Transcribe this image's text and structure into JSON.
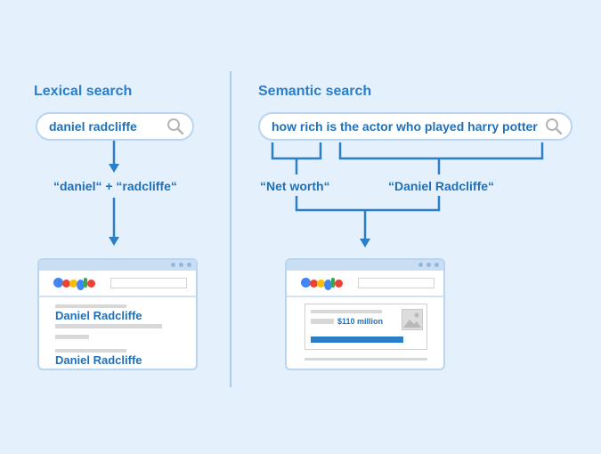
{
  "colors": {
    "background": "#e4f0fc",
    "accent": "#2b7fc8",
    "text": "#1f70b8",
    "logo_blue": "#4285f4",
    "logo_red": "#ea4335",
    "logo_yellow": "#fbbc05",
    "logo_green": "#34a853"
  },
  "lexical": {
    "heading": "Lexical search",
    "query": "daniel radcliffe",
    "tokens": "“daniel“ + “radcliffe“",
    "results": [
      "Daniel Radcliffe",
      "Daniel Radcliffe"
    ]
  },
  "semantic": {
    "heading": "Semantic search",
    "query": "how rich is the actor who played harry potter",
    "concept_left": "“Net worth“",
    "concept_right": "“Daniel Radcliffe“",
    "answer_value": "$110 million"
  },
  "icons": [
    "search-icon",
    "arrow-down-icon",
    "search-engine-logo",
    "image-placeholder-icon"
  ]
}
